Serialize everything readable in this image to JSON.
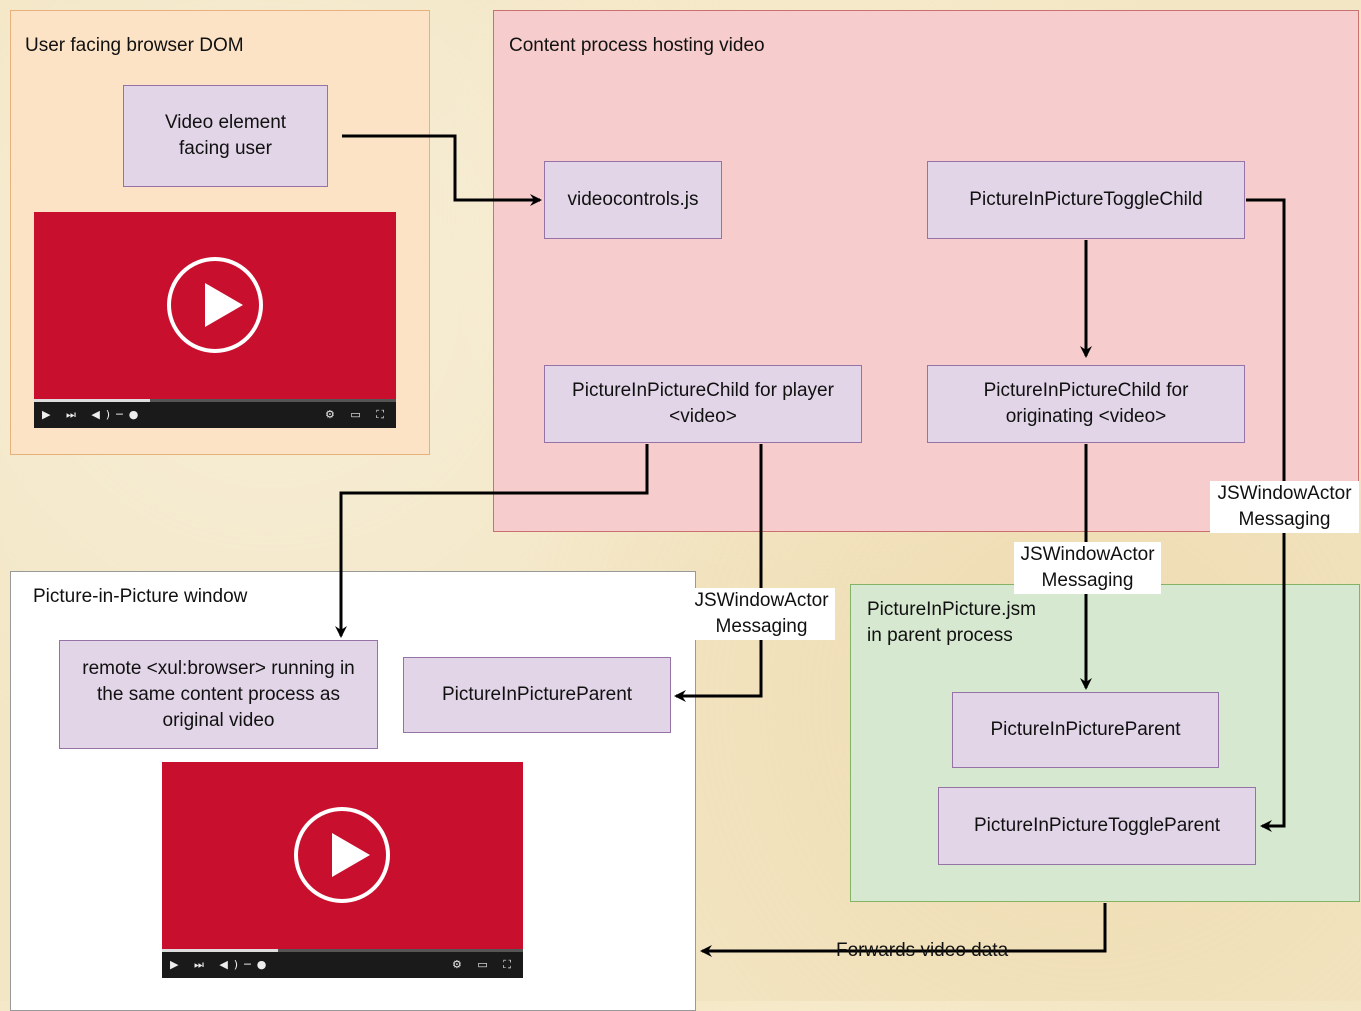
{
  "regions": {
    "browser_dom": "User facing browser DOM",
    "content_process": "Content process hosting video",
    "pip_window": "Picture-in-Picture window",
    "parent_process": "PictureInPicture.jsm\nin parent process"
  },
  "nodes": {
    "video_element": "Video element\nfacing user",
    "videocontrols": "videocontrols.js",
    "toggle_child": "PictureInPictureToggleChild",
    "child_player": "PictureInPictureChild for player\n<video>",
    "child_originating": "PictureInPictureChild for\noriginating <video>",
    "remote_browser": "remote <xul:browser> running in\nthe same content process as\noriginal video",
    "pip_parent_window": "PictureInPictureParent",
    "pip_parent_process": "PictureInPictureParent",
    "toggle_parent": "PictureInPictureToggleParent"
  },
  "edge_labels": {
    "messaging_left": "JSWindowActor\nMessaging",
    "messaging_mid": "JSWindowActor\nMessaging",
    "messaging_right": "JSWindowActor\nMessaging",
    "forwards": "Forwards video data"
  },
  "colors": {
    "browser_dom_fill": "#fce3c6",
    "content_process_fill": "#f6cccc",
    "parent_process_fill": "#d6e8d0",
    "node_fill": "#e1d5e7",
    "node_border": "#9673a6",
    "player_red": "#c8102e"
  },
  "icons": [
    "play-icon",
    "skip-icon",
    "volume-icon",
    "settings-icon",
    "miniplayer-icon",
    "fullscreen-icon"
  ],
  "players": [
    {
      "progress": 0.32
    },
    {
      "progress": 0.32
    }
  ]
}
